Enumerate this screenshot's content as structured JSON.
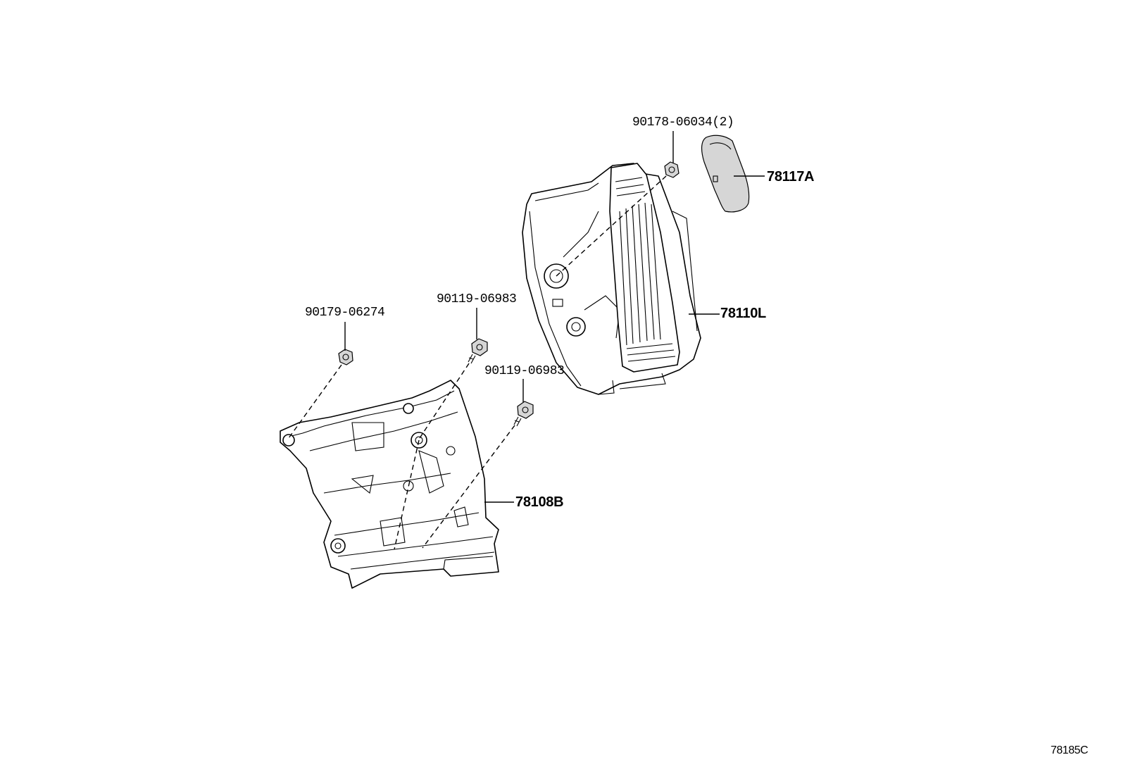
{
  "labels": {
    "nut_90178": "90178-06034(2)",
    "cover_78117A": "78117A",
    "pedal_78110L": "78110L",
    "nut_90179": "90179-06274",
    "bolt_90119_a": "90119-06983",
    "bolt_90119_b": "90119-06983",
    "bracket_78108B": "78108B",
    "figure_ref": "78185C"
  }
}
